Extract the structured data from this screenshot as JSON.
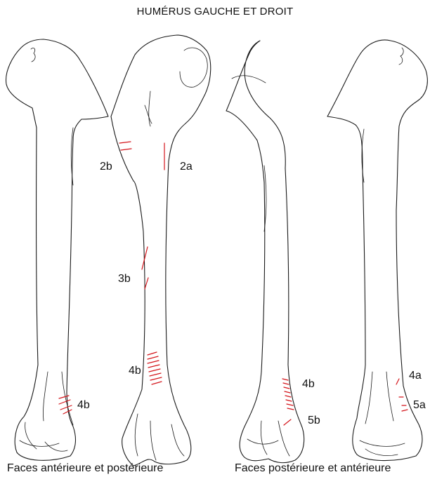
{
  "title": "HUMÉRUS GAUCHE ET DROIT",
  "captions": {
    "left": "Faces antérieure et postérieure",
    "right": "Faces postérieure et antérieure"
  },
  "labels": {
    "l2b": "2b",
    "l2a": "2a",
    "l3b": "3b",
    "l4b_left": "4b",
    "l4b_mid": "4b",
    "l4b_right": "4b",
    "l5b": "5b",
    "l4a": "4a",
    "l5a": "5a"
  },
  "colors": {
    "cut_marks": "#d4151b",
    "outline": "#1a1a1a"
  }
}
